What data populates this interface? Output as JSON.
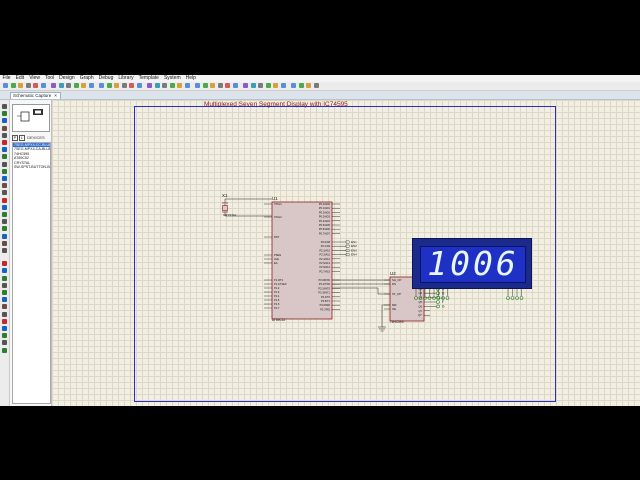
{
  "menu": [
    "File",
    "Edit",
    "View",
    "Tool",
    "Design",
    "Graph",
    "Debug",
    "Library",
    "Template",
    "System",
    "Help"
  ],
  "tab": {
    "label": "Schematic Capture",
    "close": "×"
  },
  "devices": {
    "header": "DEVICES",
    "p_label": "P",
    "l_label": "L",
    "items": [
      "7SEG-MPX4-CC-BLUE",
      "7SEG-MPX4-CA-BLUE",
      "74HC595",
      "AT89C52",
      "CRYSTAL",
      "SW-SPST-BUTTON-BLUE"
    ],
    "selected_index": 0
  },
  "schematic": {
    "title": "Multiplexed Seven Segment Display with IC74595",
    "crystal": {
      "ref": "X1",
      "value": "CRYSTAL"
    },
    "mcu": {
      "ref": "U1",
      "part": "AT89C52",
      "left_pins": [
        "XTAL1",
        "XTAL2",
        "RST",
        "PSEN",
        "ALE",
        "EA",
        "P1.0/T2",
        "P1.1/T2EX",
        "P1.2",
        "P1.3",
        "P1.4",
        "P1.5",
        "P1.6",
        "P1.7"
      ],
      "right_pins": [
        "P0.0/AD0",
        "P0.1/AD1",
        "P0.2/AD2",
        "P0.3/AD3",
        "P0.4/AD4",
        "P0.5/AD5",
        "P0.6/AD6",
        "P0.7/AD7",
        "P2.0/A8",
        "P2.1/A9",
        "P2.2/A10",
        "P2.3/A11",
        "P2.4/A12",
        "P2.5/A13",
        "P2.6/A14",
        "P2.7/A15",
        "P3.0/RXD",
        "P3.1/TXD",
        "P3.2/INT0",
        "P3.3/INT1",
        "P3.4/T0",
        "P3.5/T1",
        "P3.6/WR",
        "P3.7/RD"
      ]
    },
    "enables": [
      "EN1",
      "EN2",
      "EN3",
      "EN4"
    ],
    "shift_reg": {
      "ref": "U2",
      "part": "74HC595",
      "left_pins": [
        "SH_CP",
        "DS",
        "ST_CP",
        "MR",
        "OE"
      ],
      "right_pins": [
        "Q0",
        "Q1",
        "Q2",
        "Q3",
        "Q4",
        "Q5",
        "Q6",
        "Q7",
        "Q7'"
      ],
      "outputs": [
        "A",
        "B",
        "C",
        "D",
        "E",
        "F",
        "G"
      ]
    },
    "display": {
      "digits": "1006",
      "color": "#1f31c4"
    }
  }
}
